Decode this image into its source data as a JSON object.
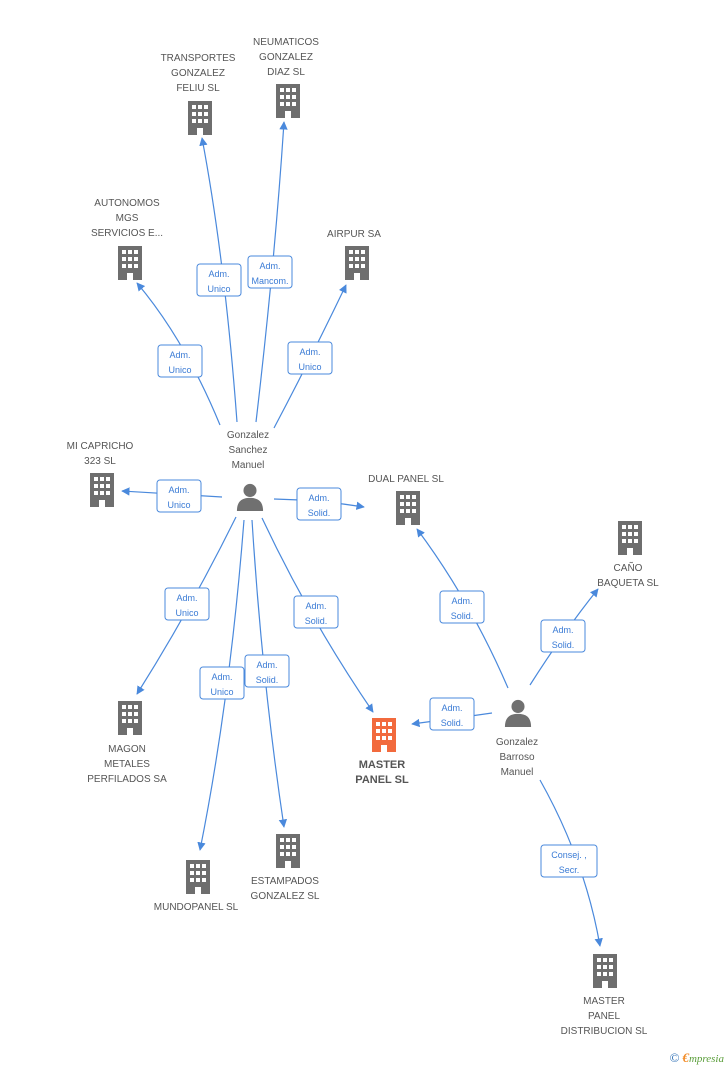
{
  "colors": {
    "edge": "#4a89dc",
    "building": "#6e6e6e",
    "building_main": "#f26a3d",
    "person": "#707070"
  },
  "nodes": [
    {
      "id": "transportes",
      "type": "company",
      "lines": [
        "TRANSPORTES",
        "GONZALEZ",
        "FELIU SL"
      ]
    },
    {
      "id": "neumaticos",
      "type": "company",
      "lines": [
        "NEUMATICOS",
        "GONZALEZ",
        "DIAZ  SL"
      ]
    },
    {
      "id": "autonomos",
      "type": "company",
      "lines": [
        "AUTONOMOS",
        "MGS",
        "SERVICIOS E..."
      ]
    },
    {
      "id": "airpur",
      "type": "company",
      "lines": [
        "AIRPUR SA"
      ]
    },
    {
      "id": "micapricho",
      "type": "company",
      "lines": [
        "MI CAPRICHO",
        "323  SL"
      ]
    },
    {
      "id": "gonzalez_sanchez",
      "type": "person",
      "lines": [
        "Gonzalez",
        "Sanchez",
        "Manuel"
      ]
    },
    {
      "id": "dualpanel",
      "type": "company",
      "lines": [
        "DUAL PANEL SL"
      ]
    },
    {
      "id": "cano",
      "type": "company",
      "lines": [
        "CAÑO",
        "BAQUETA SL"
      ]
    },
    {
      "id": "magon",
      "type": "company",
      "lines": [
        "MAGON",
        "METALES",
        "PERFILADOS SA"
      ]
    },
    {
      "id": "masterpanel",
      "type": "company_main",
      "lines": [
        "MASTER",
        "PANEL SL"
      ]
    },
    {
      "id": "gonzalez_barroso",
      "type": "person",
      "lines": [
        "Gonzalez",
        "Barroso",
        "Manuel"
      ]
    },
    {
      "id": "mundopanel",
      "type": "company",
      "lines": [
        "MUNDOPANEL SL"
      ]
    },
    {
      "id": "estampados",
      "type": "company",
      "lines": [
        "ESTAMPADOS",
        "GONZALEZ SL"
      ]
    },
    {
      "id": "masterdist",
      "type": "company",
      "lines": [
        "MASTER",
        "PANEL",
        "DISTRIBUCION SL"
      ]
    }
  ],
  "edges": [
    {
      "id": "e1",
      "from": "gonzalez_sanchez",
      "to": "transportes",
      "label": [
        "Adm.",
        "Unico"
      ]
    },
    {
      "id": "e2",
      "from": "gonzalez_sanchez",
      "to": "neumaticos",
      "label": [
        "Adm.",
        "Mancom."
      ]
    },
    {
      "id": "e3",
      "from": "gonzalez_sanchez",
      "to": "autonomos",
      "label": [
        "Adm.",
        "Unico"
      ]
    },
    {
      "id": "e4",
      "from": "gonzalez_sanchez",
      "to": "airpur",
      "label": [
        "Adm.",
        "Unico"
      ]
    },
    {
      "id": "e5",
      "from": "gonzalez_sanchez",
      "to": "micapricho",
      "label": [
        "Adm.",
        "Unico"
      ]
    },
    {
      "id": "e6",
      "from": "gonzalez_sanchez",
      "to": "dualpanel",
      "label": [
        "Adm.",
        "Solid."
      ]
    },
    {
      "id": "e7",
      "from": "gonzalez_sanchez",
      "to": "magon",
      "label": [
        "Adm.",
        "Unico"
      ]
    },
    {
      "id": "e8",
      "from": "gonzalez_sanchez",
      "to": "mundopanel",
      "label": [
        "Adm.",
        "Unico"
      ]
    },
    {
      "id": "e9",
      "from": "gonzalez_sanchez",
      "to": "estampados",
      "label": [
        "Adm.",
        "Solid."
      ]
    },
    {
      "id": "e10",
      "from": "gonzalez_sanchez",
      "to": "masterpanel",
      "label": [
        "Adm.",
        "Solid."
      ]
    },
    {
      "id": "e11",
      "from": "gonzalez_barroso",
      "to": "dualpanel",
      "label": [
        "Adm.",
        "Solid."
      ]
    },
    {
      "id": "e12",
      "from": "gonzalez_barroso",
      "to": "cano",
      "label": [
        "Adm.",
        "Solid."
      ]
    },
    {
      "id": "e13",
      "from": "gonzalez_barroso",
      "to": "masterpanel",
      "label": [
        "Adm.",
        "Solid."
      ]
    },
    {
      "id": "e14",
      "from": "gonzalez_barroso",
      "to": "masterdist",
      "label": [
        "Consej. ,",
        "Secr."
      ]
    }
  ],
  "brand": {
    "copyright": "©",
    "e": "€",
    "name": "mpresia"
  }
}
